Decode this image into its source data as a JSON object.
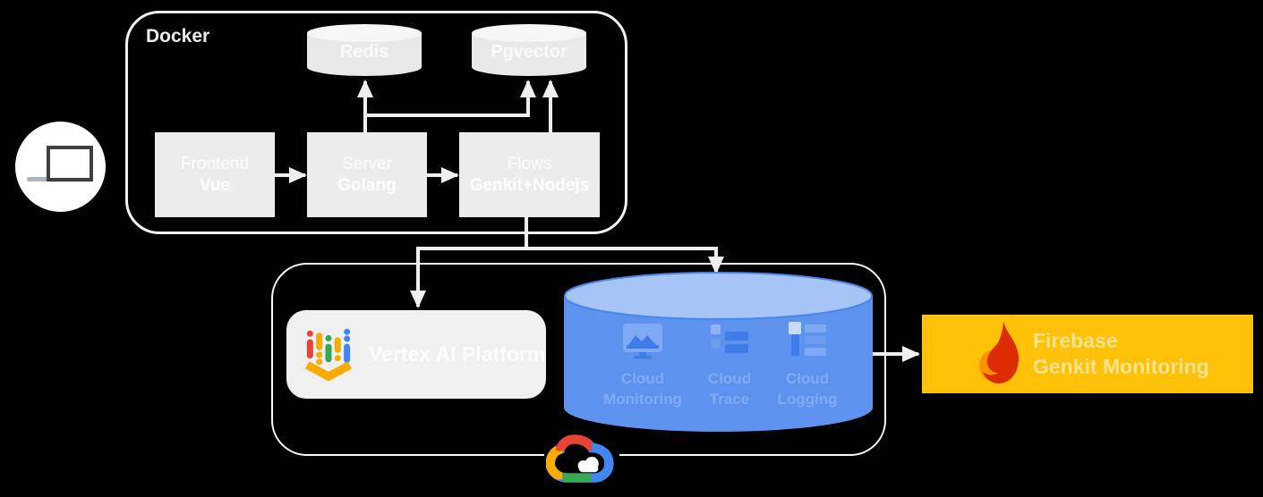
{
  "client": {
    "icon": "laptop-icon"
  },
  "docker": {
    "label": "Docker",
    "datastores": [
      {
        "name": "Redis",
        "icon": "database-cylinder-icon"
      },
      {
        "name": "Pgvector",
        "icon": "database-cylinder-icon"
      }
    ],
    "nodes": [
      {
        "line1": "Frontend",
        "line2": "Vue"
      },
      {
        "line1": "Server",
        "line2": "Golang"
      },
      {
        "line1": "Flows",
        "line2": "Genkit+Nodejs"
      }
    ]
  },
  "google_cloud": {
    "vertex": {
      "label": "Vertex AI Platform",
      "icon": "vertex-ai-icon"
    },
    "observability": {
      "services": [
        {
          "line1": "Cloud",
          "line2": "Monitoring",
          "icon": "cloud-monitoring-icon"
        },
        {
          "line1": "Cloud",
          "line2": "Trace",
          "icon": "cloud-trace-icon"
        },
        {
          "line1": "Cloud",
          "line2": "Logging",
          "icon": "cloud-logging-icon"
        }
      ]
    },
    "logo": "google-cloud-icon"
  },
  "firebase": {
    "line1": "Firebase",
    "line2": "Genkit Monitoring",
    "icon": "firebase-flame-icon"
  },
  "colors": {
    "background": "#000000",
    "node_fill": "#ECECEC",
    "gray_cylinder": "#E9E9E9",
    "gray_cylinder_top": "#F6F6F6",
    "blue_cylinder": "#5D92EE",
    "blue_cylinder_top": "#A6C4F6",
    "blue_cylinder_rim": "#4A86EC",
    "service_label_blue": "#82AAF2",
    "firebase_yellow": "#FFC107",
    "firebase_red": "#DD2C00",
    "firebase_orange": "#FF9100",
    "arrow": "#EFEFEF",
    "google_red": "#EA4335",
    "google_blue": "#4285F4",
    "google_green": "#34A853",
    "google_yellow": "#F9AB00"
  }
}
